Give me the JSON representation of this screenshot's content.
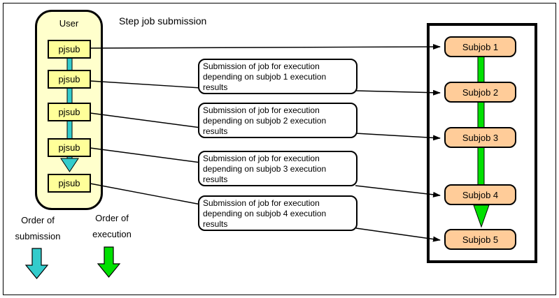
{
  "title": "Step job submission",
  "colors": {
    "submission_arrow": "#33CCCC",
    "execution_arrow": "#00E000",
    "pjsub_box": "#FFFF99",
    "user_container": "#FFFFCC",
    "subjob_box": "#FFCC99"
  },
  "user_panel": {
    "label": "User",
    "pjsub_labels": [
      "pjsub",
      "pjsub",
      "pjsub",
      "pjsub",
      "pjsub"
    ]
  },
  "notes": [
    {
      "lines": [
        "Submission of job for execution",
        "depending on subjob 1 execution",
        "results"
      ]
    },
    {
      "lines": [
        "Submission of job for execution",
        "depending on subjob 2 execution",
        "results"
      ]
    },
    {
      "lines": [
        "Submission of job for execution",
        "depending on subjob 3 execution",
        "results"
      ]
    },
    {
      "lines": [
        "Submission of job for execution",
        "depending on subjob 4 execution",
        "results"
      ]
    }
  ],
  "subjobs": [
    "Subjob 1",
    "Subjob 2",
    "Subjob 3",
    "Subjob 4",
    "Subjob 5"
  ],
  "legend": {
    "submission": {
      "lines": [
        "Order of",
        "submission"
      ]
    },
    "execution": {
      "lines": [
        "Order of",
        "execution"
      ]
    }
  }
}
